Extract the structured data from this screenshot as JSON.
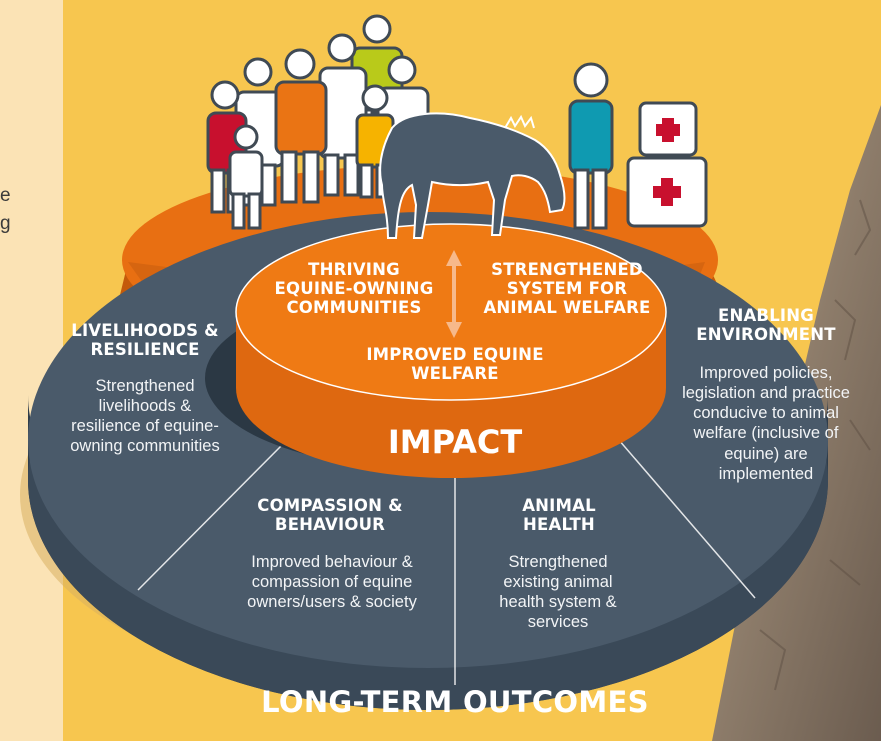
{
  "left_panel": {
    "text_fragments": [
      "e",
      "g"
    ]
  },
  "center": {
    "left": "THRIVING EQUINE-OWNING COMMUNITIES",
    "right": "STRENGTHENED SYSTEM FOR ANIMAL WELFARE",
    "bottom": "IMPROVED EQUINE WELFARE",
    "impact": "IMPACT"
  },
  "outcomes": {
    "livelihoods": {
      "title": "LIVELIHOODS & RESILIENCE",
      "text": "Strengthened livelihoods & resilience of equine-owning communities"
    },
    "compassion": {
      "title": "COMPASSION & BEHAVIOUR",
      "text": "Improved behaviour & compassion of equine owners/users & society"
    },
    "health": {
      "title": "ANIMAL HEALTH",
      "text": "Strengthened existing animal health system & services"
    },
    "environment": {
      "title": "ENABLING ENVIRONMENT",
      "text": "Improved policies, legislation and practice conducive to animal welfare (inclusive of equine) are implemented"
    }
  },
  "footer": "LONG-TERM OUTCOMES",
  "colors": {
    "background": "#f7c64f",
    "panel": "#fbe3b5",
    "dark_ring": "#4a5a6a",
    "orange": "#ea7414",
    "red": "#c8102e",
    "teal": "#0f9ab1",
    "lime": "#b9ca1a",
    "yellow": "#f6b300"
  },
  "icons": [
    "people-group-icon",
    "horse-icon",
    "vet-person-icon",
    "first-aid-kit-icon",
    "double-arrow-icon"
  ]
}
